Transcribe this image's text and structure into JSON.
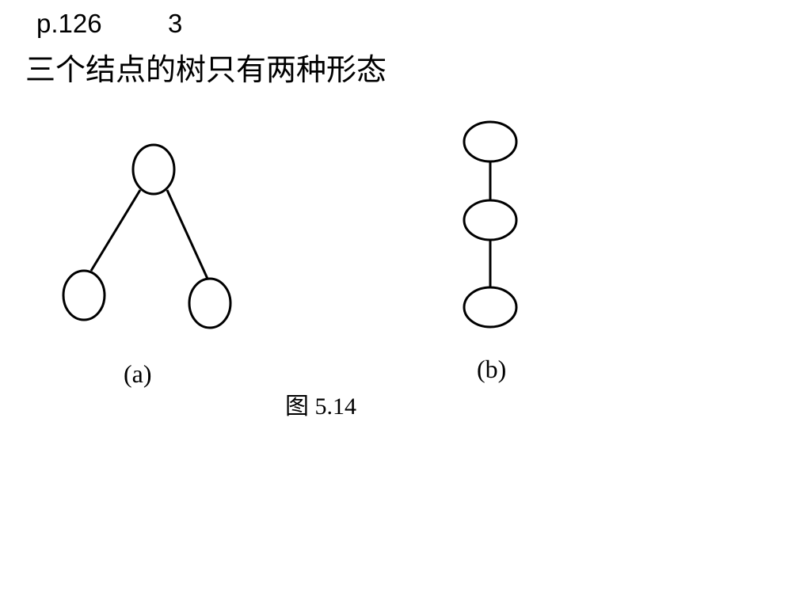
{
  "header": {
    "page_ref": "p.126",
    "problem_number": "3"
  },
  "subtitle": "三个结点的树只有两种形态",
  "figure": {
    "tree_a_label": "(a)",
    "tree_b_label": "(b)",
    "caption": "图 5.14"
  },
  "colors": {
    "stroke": "#000000",
    "node_fill": "#ffffff"
  }
}
